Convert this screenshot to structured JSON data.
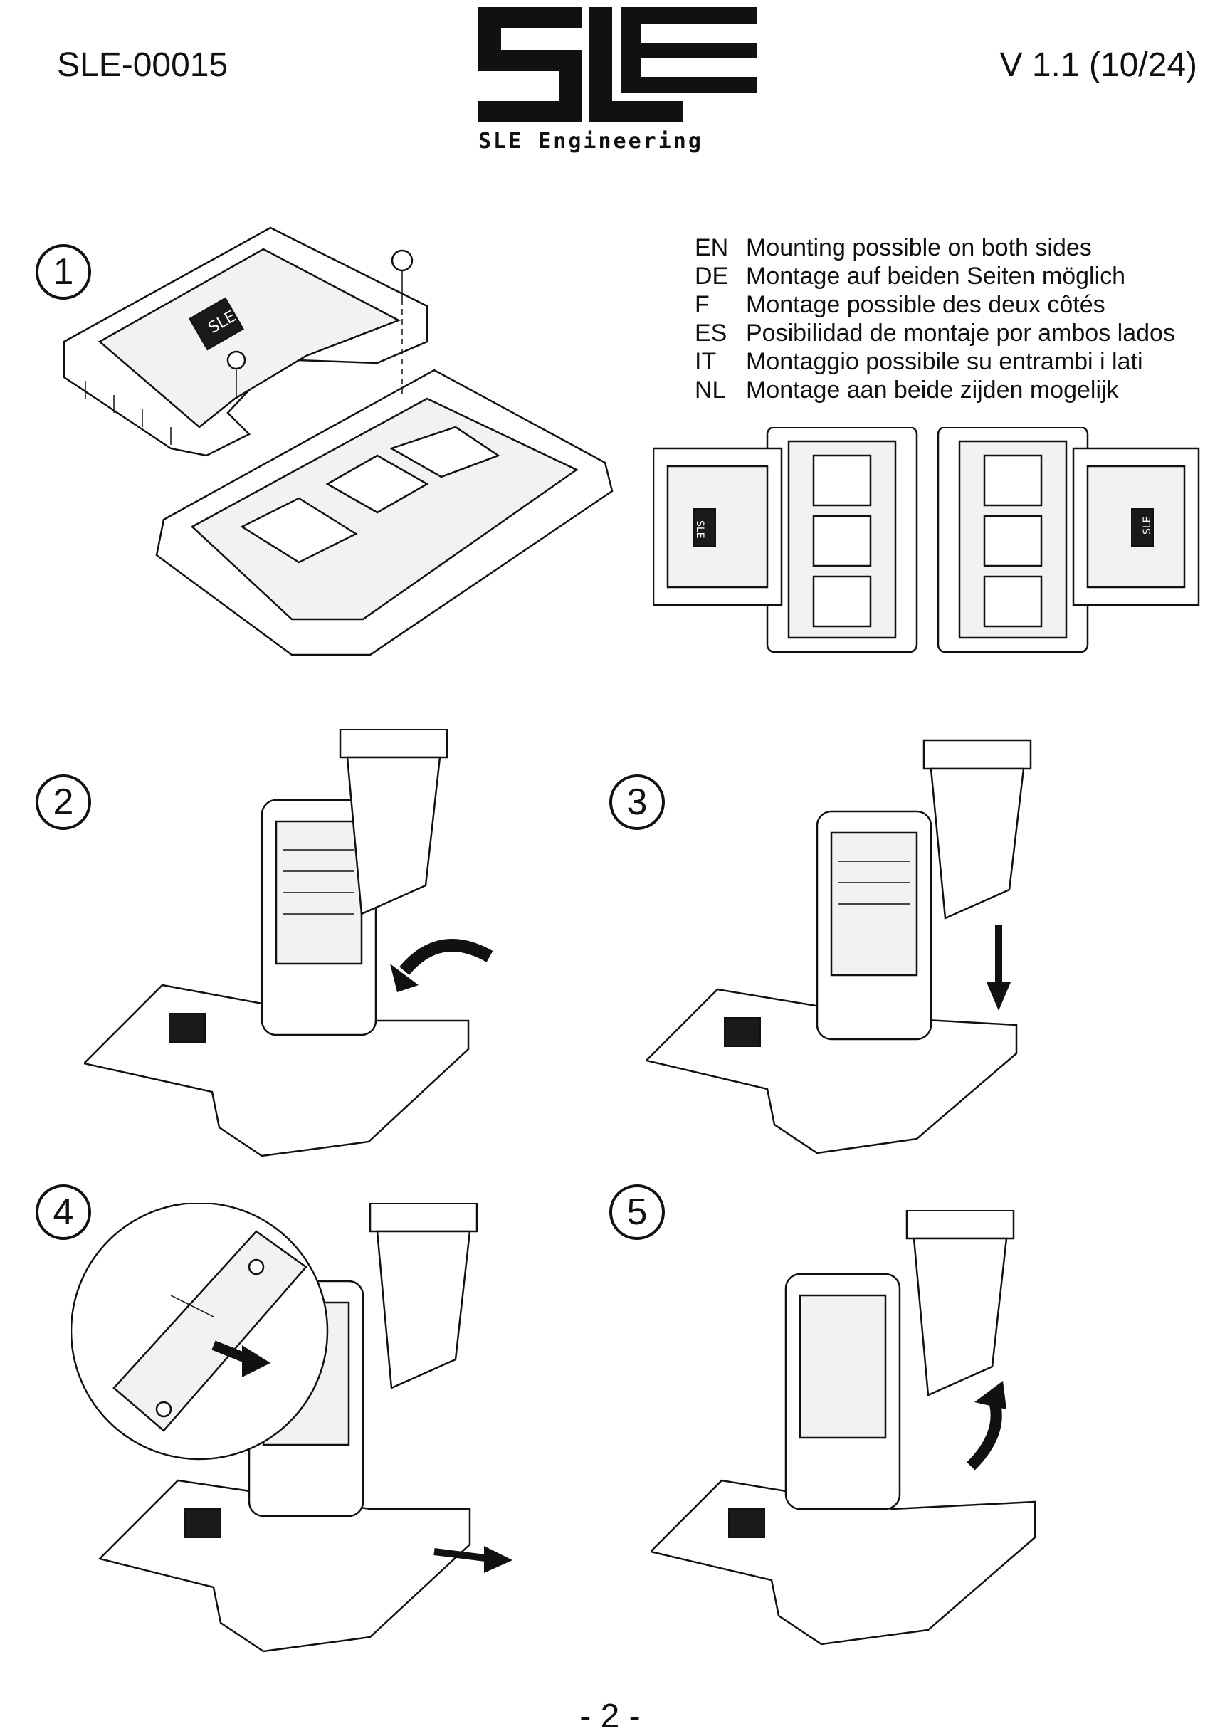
{
  "header": {
    "document_id": "SLE-00015",
    "version": "V 1.1 (10/24)",
    "logo_text": "SLE Engineering"
  },
  "steps": [
    {
      "number": "1"
    },
    {
      "number": "2"
    },
    {
      "number": "3"
    },
    {
      "number": "4"
    },
    {
      "number": "5"
    }
  ],
  "mounting_note": [
    {
      "code": "EN",
      "text": "Mounting possible on both sides"
    },
    {
      "code": "DE",
      "text": "Montage auf beiden Seiten möglich"
    },
    {
      "code": "F",
      "text": "Montage possible des deux côtés"
    },
    {
      "code": "ES",
      "text": "Posibilidad de montaje por ambos lados"
    },
    {
      "code": "IT",
      "text": "Montaggio possibile su entrambi i lati"
    },
    {
      "code": "NL",
      "text": "Montage aan beide zijden mogelijk"
    }
  ],
  "footer": {
    "page_number": "- 2 -"
  },
  "icons": [
    "sle-logo",
    "arrow-rotate-icon",
    "arrow-down-icon",
    "arrow-right-icon",
    "arrow-rotate-up-icon"
  ]
}
